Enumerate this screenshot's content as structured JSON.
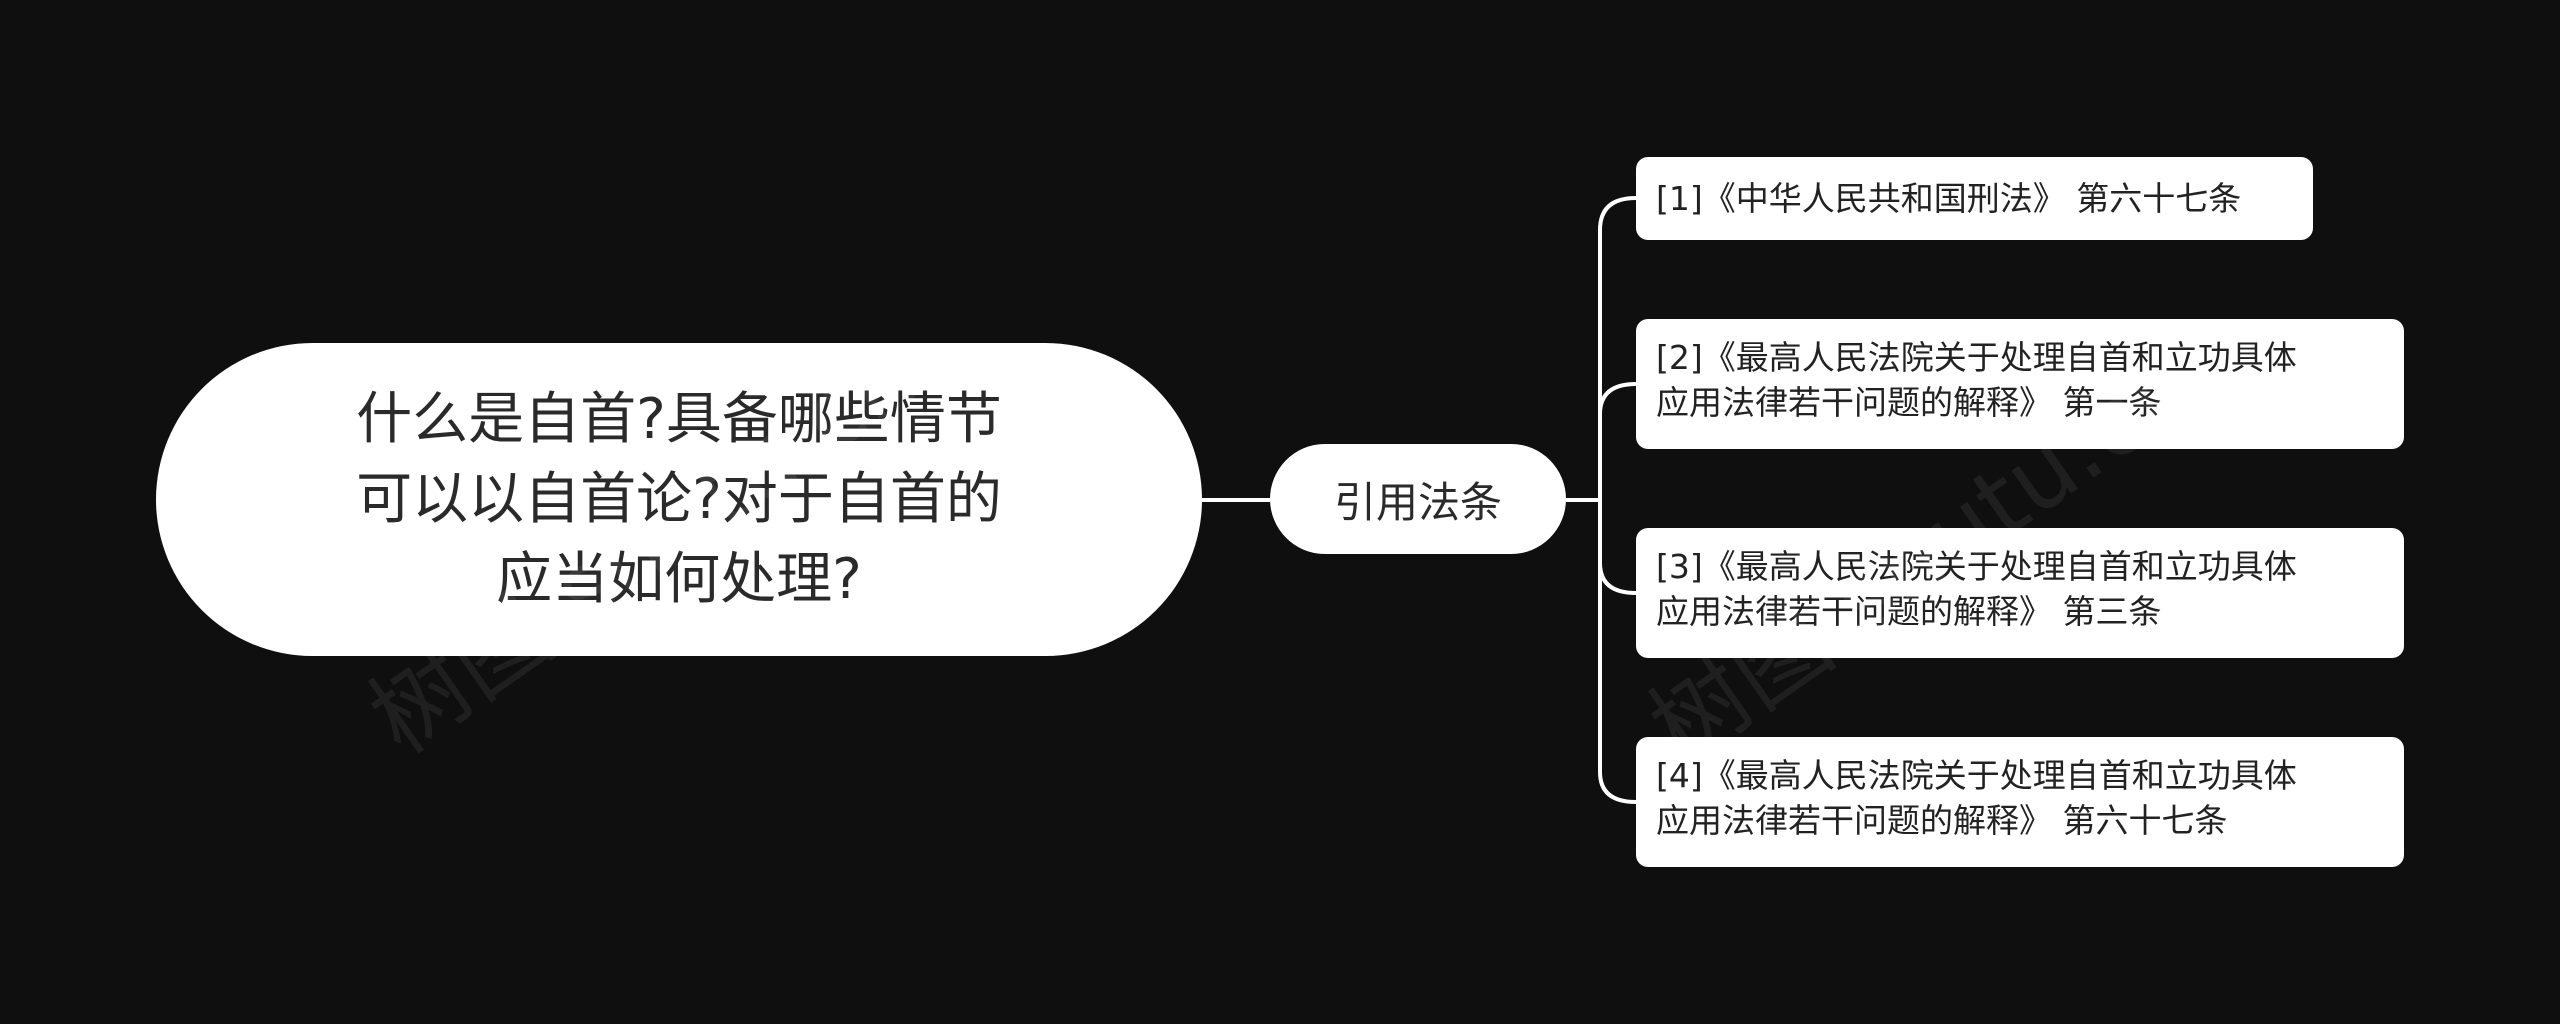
{
  "root": {
    "text": "什么是自首?具备哪些情节\n可以以自首论?对于自首的\n应当如何处理?"
  },
  "branch": {
    "label": "引用法条"
  },
  "references": [
    {
      "text": "[1]《中华人民共和国刑法》 第六十七条"
    },
    {
      "text": "[2]《最高人民法院关于处理自首和立功具体\n应用法律若干问题的解释》 第一条"
    },
    {
      "text": "[3]《最高人民法院关于处理自首和立功具体\n应用法律若干问题的解释》 第三条"
    },
    {
      "text": "[4]《最高人民法院关于处理自首和立功具体\n应用法律若干问题的解释》 第六十七条"
    }
  ],
  "watermark": "树图 shutu.cn",
  "colors": {
    "background": "#0f0f0f",
    "node": "#ffffff",
    "line": "#ffffff",
    "text": "#222222"
  }
}
